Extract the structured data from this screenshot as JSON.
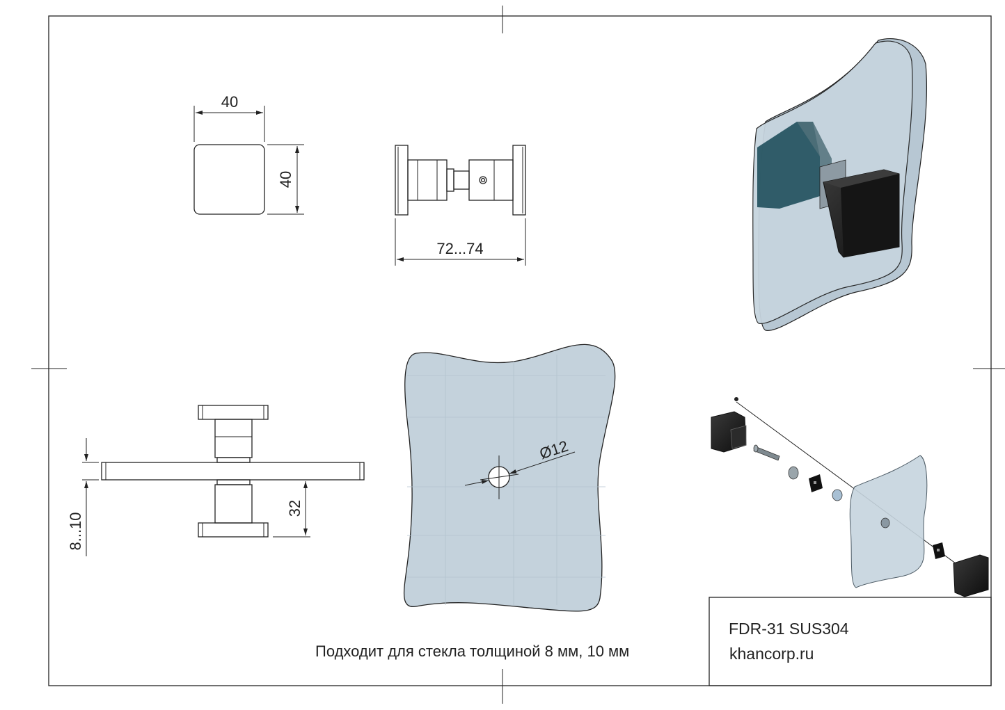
{
  "drawing": {
    "front_view": {
      "width_label": "40",
      "height_label": "40"
    },
    "side_view": {
      "length_label": "72...74"
    },
    "section_view": {
      "glass_thickness_label": "8...10",
      "knob_height_label": "32"
    },
    "glass_view": {
      "hole_label": "Ø12"
    },
    "note": "Подходит для стекла толщиной 8 мм, 10 мм"
  },
  "title_block": {
    "model": "FDR-31 SUS304",
    "website": "khancorp.ru"
  },
  "colors": {
    "glass": "#c4d2dc",
    "glass_dark": "#a9bac6",
    "knob": "#1a1a1a",
    "base_teal": "#1f4f5c"
  }
}
